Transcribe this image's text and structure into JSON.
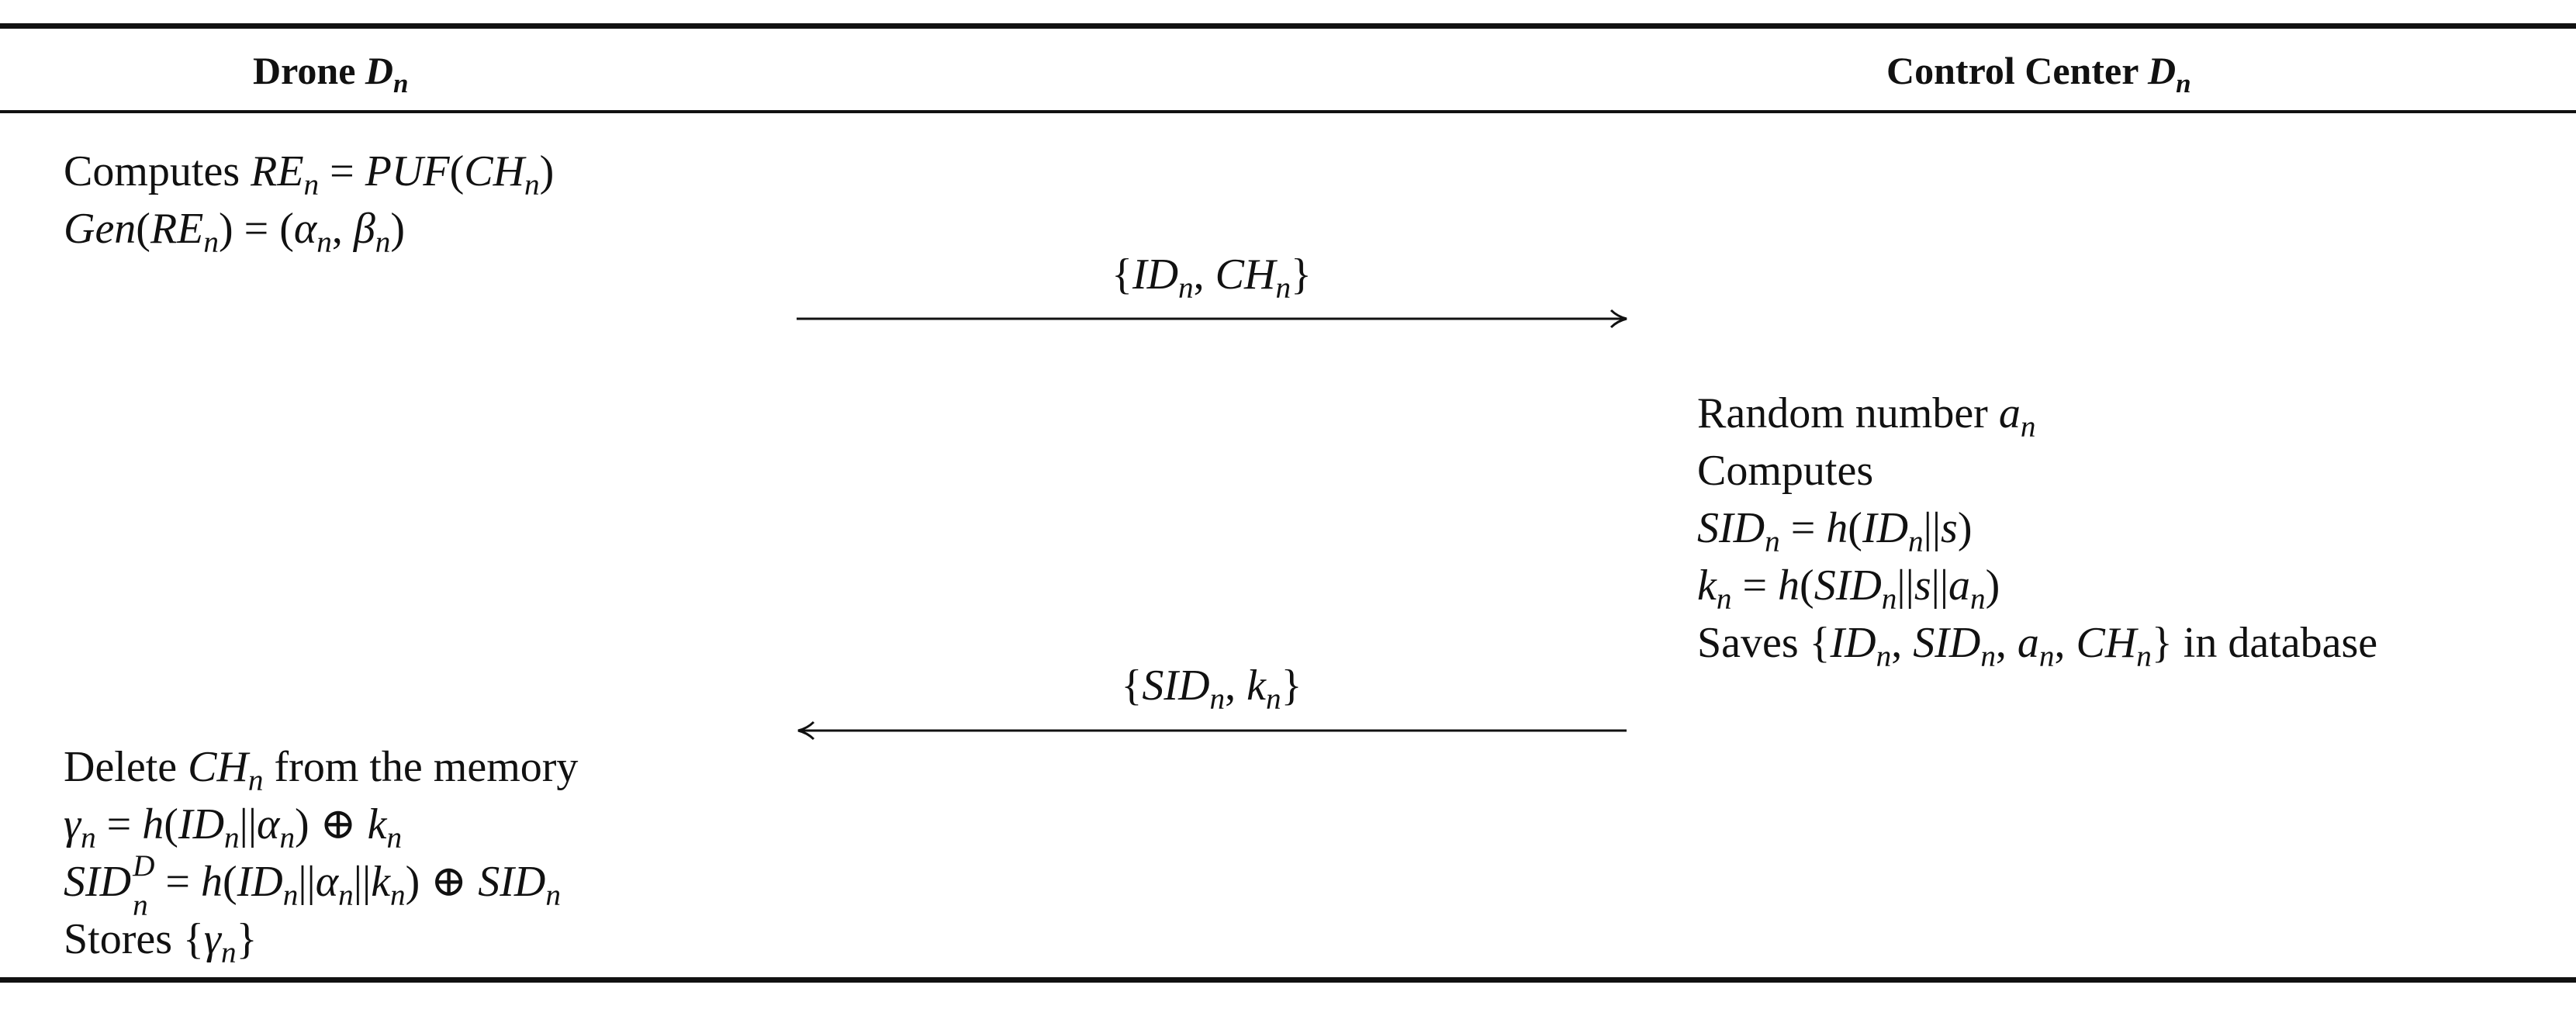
{
  "headers": {
    "left": "Drone D_n",
    "right": "Control Center D_n"
  },
  "drone_setup": [
    "Computes RE_n = PUF(CH_n)",
    "Gen(RE_n) = (α_n, β_n)"
  ],
  "message_1": "{ID_n, CH_n}",
  "control_center_steps": [
    "Random number a_n",
    "Computes",
    "SID_n = h(ID_n||s)",
    "k_n = h(SID_n||s||a_n)",
    "Saves {ID_n, SID_n, a_n, CH_n} in database"
  ],
  "message_2": "{SID_n, k_n}",
  "drone_final": [
    "Delete CH_n from the memory",
    "γ_n = h(ID_n||α_n) ⊕ k_n",
    "SID_n^D = h(ID_n||α_n||k_n) ⊕ SID_n",
    "Stores {γ_n}"
  ],
  "arrow_directions": [
    "right",
    "left"
  ]
}
